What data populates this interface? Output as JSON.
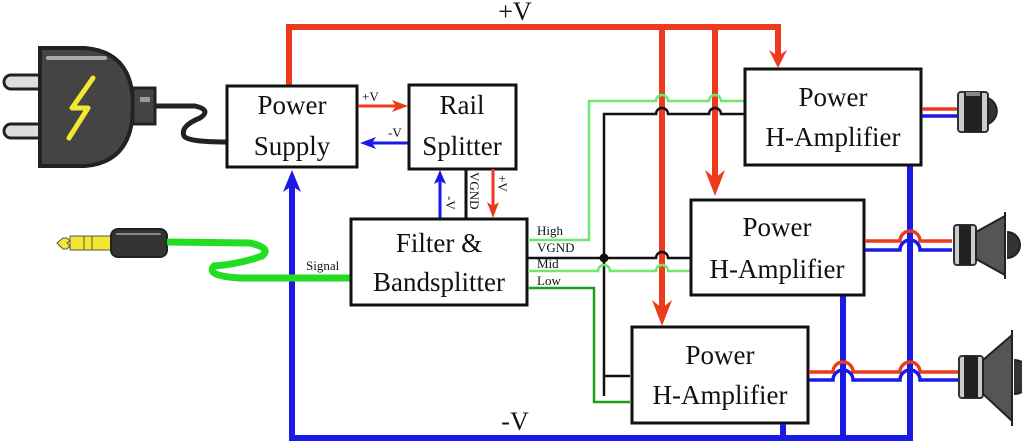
{
  "title": "Active 3-way speaker amplifier block diagram",
  "rails": {
    "positive": "+V",
    "negative": "-V"
  },
  "blocks": {
    "power_supply": [
      "Power",
      "Supply"
    ],
    "rail_splitter": [
      "Rail",
      "Splitter"
    ],
    "filter": [
      "Filter &",
      "Bandsplitter"
    ],
    "amp_high": [
      "Power",
      "H-Amplifier"
    ],
    "amp_mid": [
      "Power",
      "H-Amplifier"
    ],
    "amp_low": [
      "Power",
      "H-Amplifier"
    ]
  },
  "labels": {
    "ps_to_rs": "+V",
    "rs_to_ps": "-V",
    "rs_minus": "-V",
    "rs_vgnd": "VGND",
    "rs_plus": "+V",
    "signal": "Signal",
    "out_high": "High",
    "out_vgnd": "VGND",
    "out_mid": "Mid",
    "out_low": "Low"
  },
  "icons": {
    "mains_plug": "power-plug-icon",
    "audio_jack": "audio-jack-icon",
    "tweeter": "tweeter-icon",
    "midrange": "speaker-icon",
    "woofer": "speaker-icon"
  },
  "colors": {
    "positive_rail": "#ee3a1c",
    "negative_rail": "#1a1ae6",
    "ground": "#111111",
    "high_band": "#6ee86e",
    "mid_band": "#6ee86e",
    "low_band": "#1f9e1f",
    "signal_cable": "#22dd22"
  }
}
